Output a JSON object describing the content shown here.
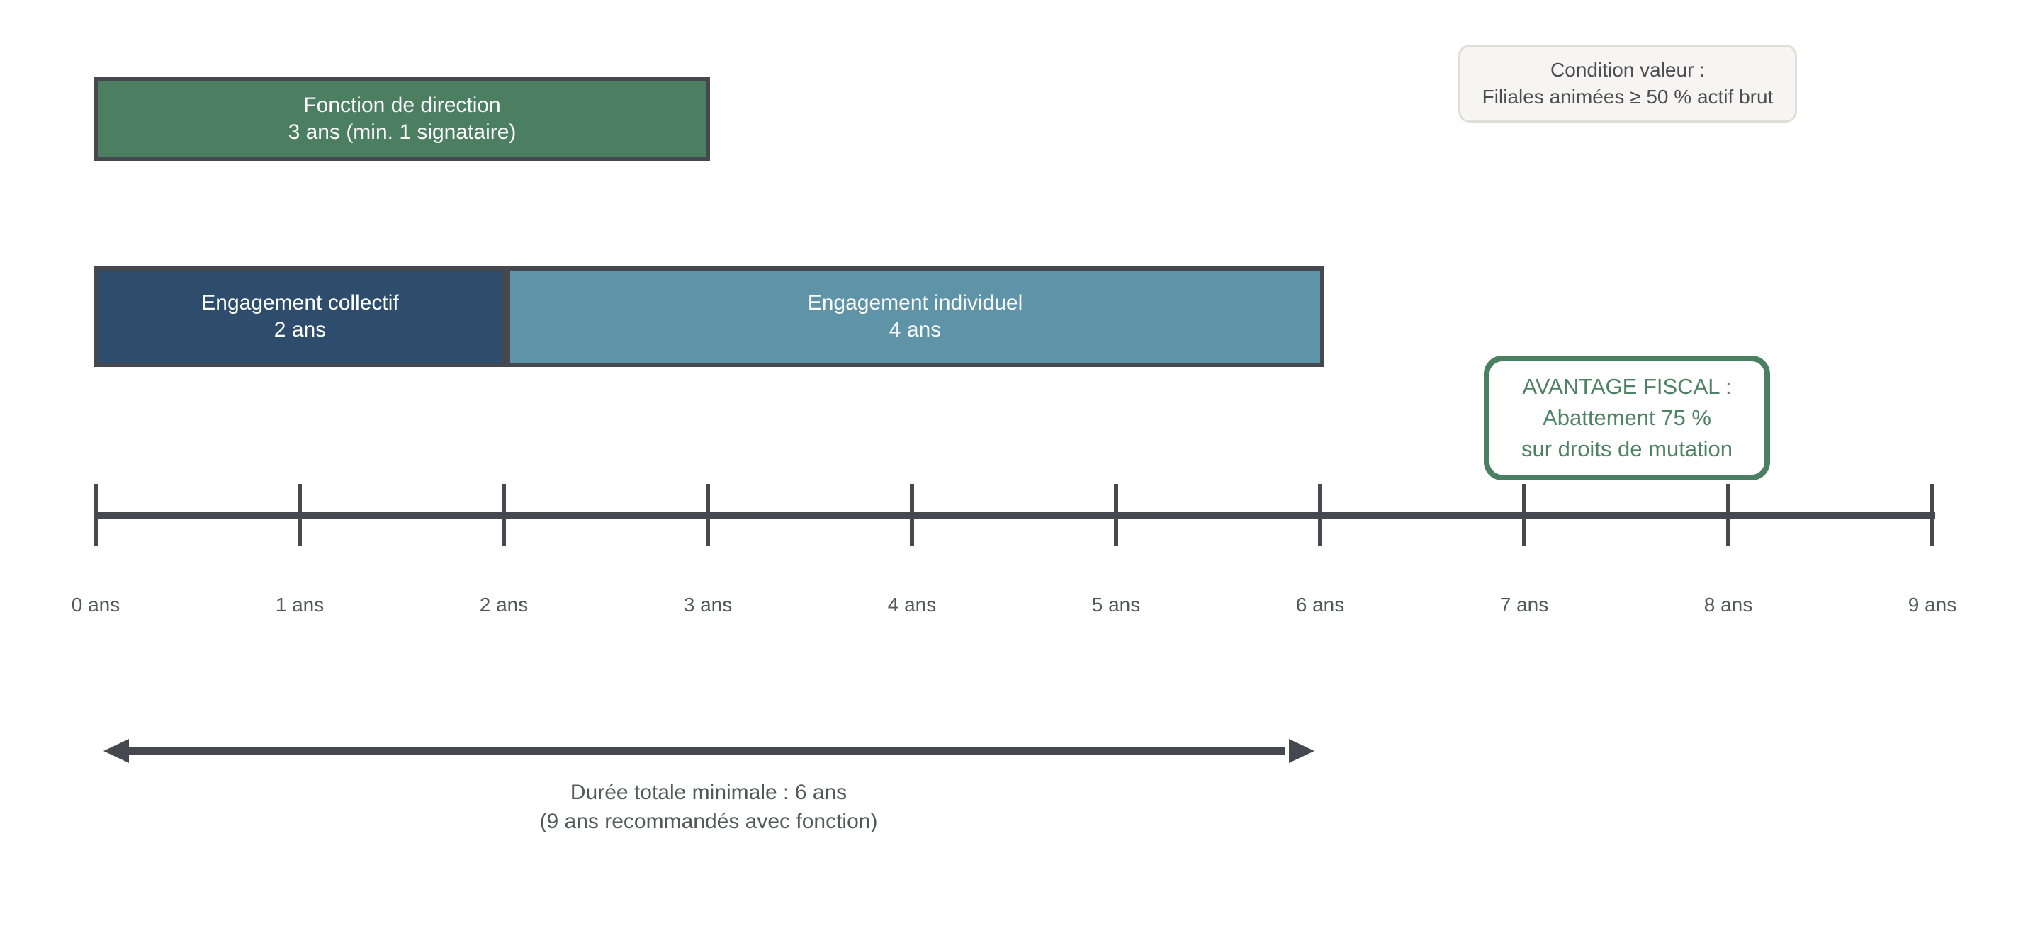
{
  "bars": {
    "fonction": {
      "line1": "Fonction de direction",
      "line2": "3 ans (min. 1 signataire)",
      "start_year": 0,
      "end_year": 3,
      "color": "#4c7e61"
    },
    "collectif": {
      "line1": "Engagement collectif",
      "line2": "2 ans",
      "start_year": 0,
      "end_year": 2,
      "color": "#2e4c6b"
    },
    "individuel": {
      "line1": "Engagement individuel",
      "line2": "4 ans",
      "start_year": 2,
      "end_year": 6,
      "color": "#5e93a8"
    }
  },
  "callouts": {
    "condition": {
      "line1": "Condition valeur :",
      "line2": "Filiales animées ≥ 50 % actif brut"
    },
    "avantage": {
      "line1": "AVANTAGE FISCAL :",
      "line2": "Abattement 75 %",
      "line3": "sur droits de mutation"
    }
  },
  "timeline": {
    "tick_labels": [
      "0 ans",
      "1 ans",
      "2 ans",
      "3 ans",
      "4 ans",
      "5 ans",
      "6 ans",
      "7 ans",
      "8 ans",
      "9 ans"
    ],
    "start": 0,
    "end": 9,
    "unit": "ans"
  },
  "summary": {
    "line1": "Durée totale minimale : 6 ans",
    "line2": "(9 ans recommandés avec fonction)",
    "span_years": [
      0,
      6
    ]
  },
  "chart_data": {
    "type": "timeline",
    "unit": "ans",
    "axis_range": [
      0,
      9
    ],
    "spans": [
      {
        "name": "Fonction de direction",
        "detail": "3 ans (min. 1 signataire)",
        "start": 0,
        "end": 3
      },
      {
        "name": "Engagement collectif",
        "detail": "2 ans",
        "start": 0,
        "end": 2
      },
      {
        "name": "Engagement individuel",
        "detail": "4 ans",
        "start": 2,
        "end": 6
      }
    ],
    "annotations": [
      "Condition valeur : Filiales animées ≥ 50 % actif brut",
      "AVANTAGE FISCAL : Abattement 75 % sur droits de mutation",
      "Durée totale minimale : 6 ans (9 ans recommandés avec fonction)"
    ]
  },
  "colors": {
    "charcoal": "#45484e",
    "navy": "#2e4c6b",
    "steel_blue": "#5e93a8",
    "green": "#4c7e61",
    "green_accent": "#4a8061",
    "cream": "#f7f5f1",
    "text_gray": "#54575c"
  }
}
